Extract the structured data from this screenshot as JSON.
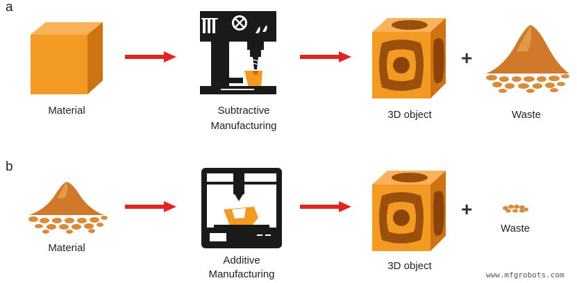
{
  "colors": {
    "arrow": "#e02424",
    "material_orange": "#f39c2a",
    "material_dark": "#d87a14",
    "powder": "#d77e2c",
    "powder_dark": "#b85f1a",
    "machine": "#1a1a1a"
  },
  "panel_a": {
    "letter": "a",
    "material_label": "Material",
    "process_label_line1": "Subtractive",
    "process_label_line2": "Manufacturing",
    "object_label": "3D object",
    "plus": "+",
    "waste_label": "Waste"
  },
  "panel_b": {
    "letter": "b",
    "material_label": "Material",
    "process_label_line1": "Additive",
    "process_label_line2": "Manufacturing",
    "object_label": "3D object",
    "plus": "+",
    "waste_label": "Waste"
  },
  "watermark": "www.mfgrobots.com",
  "icons": {
    "cube": "orange-cube-icon",
    "drill": "drill-press-icon",
    "printer": "3d-printer-icon",
    "hollow_cube": "hollow-cube-icon",
    "powder_pile": "powder-pile-icon",
    "arrow": "red-arrow-icon"
  }
}
